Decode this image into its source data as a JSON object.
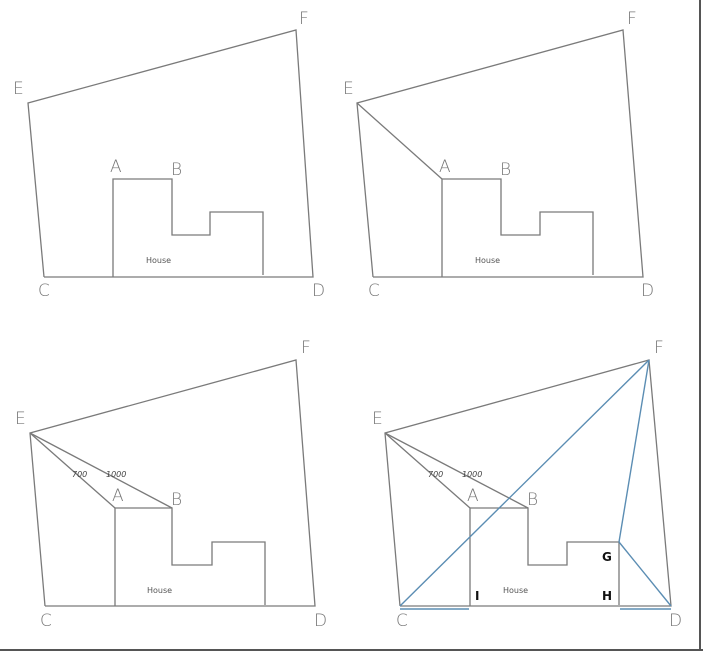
{
  "panels": [
    {
      "id": "panel-1",
      "labels": {
        "E": "E",
        "F": "F",
        "A": "A",
        "B": "B",
        "C": "C",
        "D": "D",
        "house": "House"
      }
    },
    {
      "id": "panel-2",
      "labels": {
        "E": "E",
        "F": "F",
        "A": "A",
        "B": "B",
        "C": "C",
        "D": "D",
        "house": "House"
      }
    },
    {
      "id": "panel-3",
      "labels": {
        "E": "E",
        "F": "F",
        "A": "A",
        "B": "B",
        "C": "C",
        "D": "D",
        "house": "House",
        "ea_length": "700",
        "eb_length": "1000"
      }
    },
    {
      "id": "panel-4",
      "labels": {
        "E": "E",
        "F": "F",
        "A": "A",
        "B": "B",
        "C": "C",
        "D": "D",
        "G": "G",
        "H": "H",
        "I": "I",
        "house": "House",
        "ea_length": "700",
        "eb_length": "1000"
      }
    }
  ],
  "colors": {
    "line": "#7a7a7a",
    "highlight": "#5b8db3"
  }
}
